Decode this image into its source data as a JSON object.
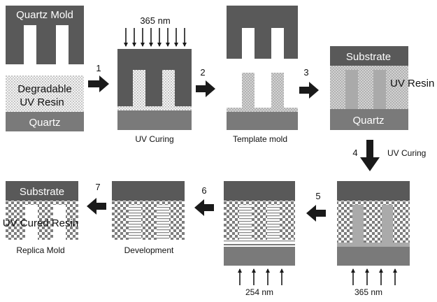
{
  "labels": {
    "quartz_mold": "Quartz Mold",
    "degradable_line1": "Degradable",
    "degradable_line2": "UV Resin",
    "quartz": "Quartz",
    "uv_365_top": "365  nm",
    "uv_curing": "UV Curing",
    "template_mold": "Template mold",
    "substrate": "Substrate",
    "uv_resin": "UV Resin",
    "quartz_2": "Quartz",
    "uv_curing_2": "UV Curing",
    "uv_254": "254  nm",
    "uv_365_bottom": "365  nm",
    "development": "Development",
    "substrate_2": "Substrate",
    "uv_cured_resin": "UV Cured Resin",
    "replica_mold": "Replica Mold"
  },
  "steps": [
    "1",
    "2",
    "3",
    "4",
    "5",
    "6",
    "7"
  ],
  "colors": {
    "dark_gray": "#595959",
    "mid_gray": "#7a7a7a",
    "resin_dots": "#a8a8a8",
    "checker": "#bdbdbd",
    "arrow": "#1a1a1a"
  }
}
